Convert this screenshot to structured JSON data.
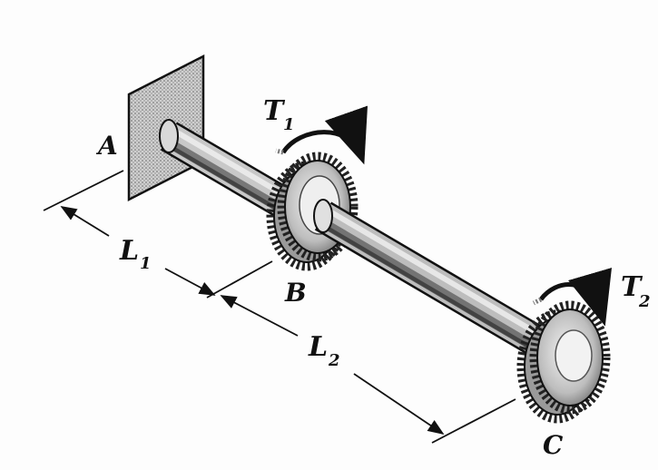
{
  "labels": {
    "support": "A",
    "gear_b": "B",
    "gear_c": "C",
    "torque_1": "T",
    "torque_1_sub": "1",
    "torque_2": "T",
    "torque_2_sub": "2",
    "length_1": "L",
    "length_1_sub": "1",
    "length_2": "L",
    "length_2_sub": "2"
  },
  "icons": {
    "torque_arrow": "curved-arrow-icon",
    "gear": "gear-icon",
    "support": "fixed-wall-icon"
  }
}
